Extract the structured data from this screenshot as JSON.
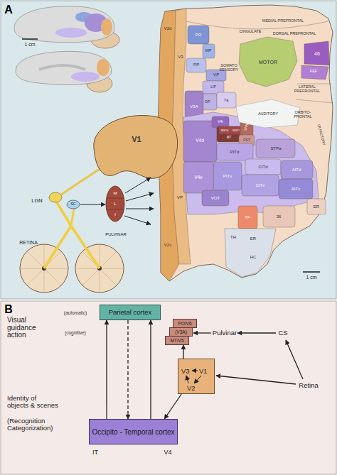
{
  "diagram": {
    "nodes": [
      {
        "text": [
          "Parietal cortex"
        ]
      },
      {
        "text": [
          "PO/V6"
        ]
      },
      {
        "text": [
          "(V3A)"
        ]
      },
      {
        "text": [
          "MT/V5"
        ]
      },
      {
        "text": [
          "V3",
          "V1",
          "V2"
        ]
      },
      {
        "text": [
          "Occipito - Temporal cortex"
        ]
      }
    ],
    "edges": [
      {
        "from": 5,
        "to": 0,
        "arrow": "to"
      },
      {
        "from": 0,
        "to": 5,
        "arrow": "to"
      },
      {
        "from": 5,
        "to": 0,
        "arrow": "to"
      },
      {
        "from": 4,
        "to": 3,
        "arrow": "to"
      },
      {
        "from": 4,
        "to": 5,
        "arrow": "to"
      }
    ],
    "labels": [
      "A",
      "1 cm",
      "MEDIAL PREFRONTAL",
      "CINGULATE",
      "DORSAL PREFRONTAL",
      "MOTOR",
      "46",
      "FEF",
      "V2d",
      "PO",
      "MIP",
      "V3",
      "PIP",
      "SOMATO SENSORY",
      "VIP",
      "LATERAL PREFRONTAL",
      "LIP",
      "7a",
      "DP",
      "V3A",
      "ORBITO-FRONTAL",
      "AUDITORY",
      "OLFACTORY",
      "V4t",
      "MSTd",
      "MSTl",
      "STPp",
      "MT",
      "FST",
      "V4d",
      "PITd",
      "STPa",
      "CITd",
      "AITd",
      "PITv",
      "CITv",
      "AITv",
      "V4v",
      "VOT",
      "ER",
      "TF",
      "36",
      "VP",
      "V2v",
      "TH",
      "ER",
      "HC",
      "1 cm",
      "V1",
      "LGN",
      "SC",
      "M",
      "L",
      "I",
      "PULVINAR",
      "RETINA",
      "B",
      "Visual guidance action",
      "(automatic)",
      "(cognitive)",
      "Pulvinar",
      "CS",
      "Retina",
      "IT",
      "V4",
      "Identity of objects & scenes",
      "(Recognition Categorization)"
    ]
  }
}
